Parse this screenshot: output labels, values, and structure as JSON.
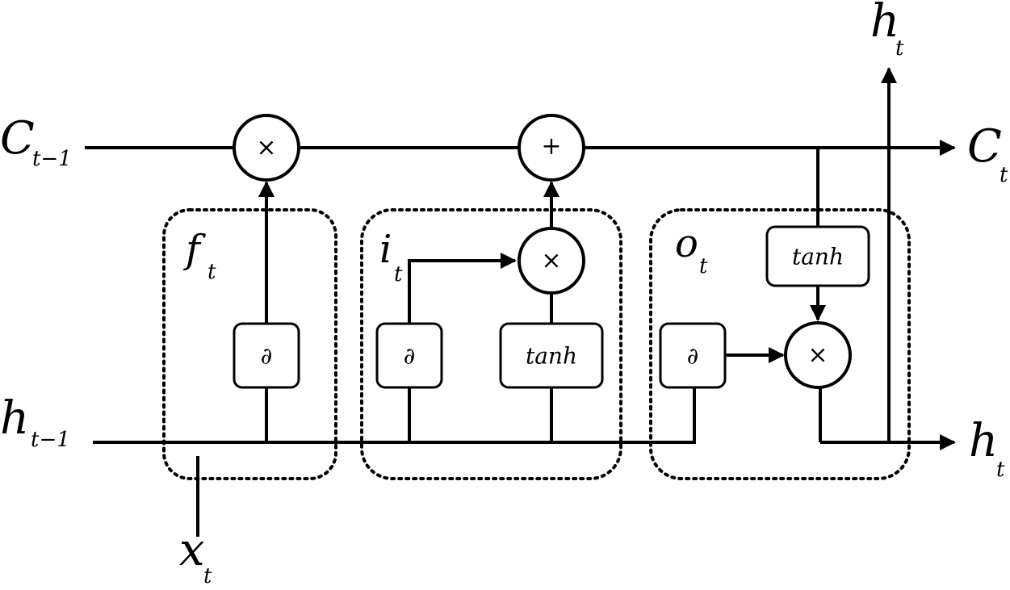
{
  "labels": {
    "c_prev": {
      "main": "C",
      "sub": "t−1"
    },
    "c_next": {
      "main": "C",
      "sub": "t"
    },
    "h_prev": {
      "main": "h",
      "sub": "t−1"
    },
    "h_next": {
      "main": "h",
      "sub": "t"
    },
    "h_top": {
      "main": "h",
      "sub": "t"
    },
    "x_in": {
      "main": "x",
      "sub": "t"
    }
  },
  "gates": {
    "forget": {
      "main": "f",
      "sub": "t"
    },
    "input": {
      "main": "i",
      "sub": "t"
    },
    "output": {
      "main": "o",
      "sub": "t"
    }
  },
  "operators": {
    "forget_mult": "×",
    "cell_add": "+",
    "input_mult": "×",
    "output_mult": "×"
  },
  "boxes": {
    "forget_sigma": "∂",
    "input_sigma": "∂",
    "input_tanh": "tanh",
    "output_sigma": "∂",
    "cell_tanh": "tanh"
  }
}
